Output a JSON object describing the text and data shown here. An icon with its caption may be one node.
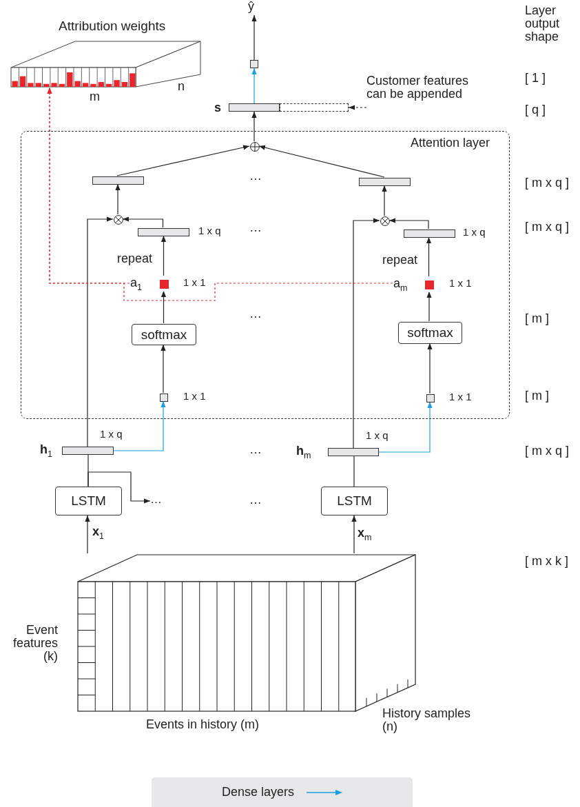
{
  "diagram": {
    "nodes": [
      {
        "text": [
          "Attention layer"
        ]
      },
      {
        "text": [],
        "shape": "picture",
        "beside": [
          "Attribution weights",
          "m",
          "n"
        ]
      },
      {
        "text": [
          "ŷ"
        ]
      },
      {
        "text": [],
        "shape": "box"
      },
      {
        "text": [],
        "shape": "bar",
        "beside": [
          "s"
        ]
      },
      {
        "text": [],
        "shape": "bar"
      },
      {
        "text": [
          "Customer features can be appended"
        ]
      },
      {
        "text": [],
        "shape": "circle",
        "in": 0
      },
      {
        "text": [],
        "shape": "bar",
        "in": 0
      },
      {
        "text": [],
        "shape": "bar",
        "in": 0
      },
      {
        "text": [],
        "shape": "circle",
        "in": 0
      },
      {
        "text": [],
        "shape": "bar",
        "in": 0,
        "beside": [
          "1 x q"
        ]
      },
      {
        "text": [
          "a$_{1}$"
        ],
        "in": 0,
        "beside": [
          "1 x 1"
        ]
      },
      {
        "text": [
          "softmax"
        ],
        "in": 0
      },
      {
        "text": [],
        "shape": "box",
        "in": 0,
        "beside": [
          "1 x 1"
        ]
      },
      {
        "text": [],
        "shape": "circle",
        "in": 0
      },
      {
        "text": [],
        "shape": "bar",
        "in": 0,
        "beside": [
          "1 x q"
        ]
      },
      {
        "text": [
          "a$_{m}$"
        ],
        "in": 0,
        "beside": [
          "1 x 1"
        ]
      },
      {
        "text": [
          "softmax"
        ],
        "in": 0
      },
      {
        "text": [],
        "shape": "box",
        "in": 0,
        "beside": [
          "1 x 1"
        ]
      },
      {
        "text": [],
        "shape": "bar",
        "beside": [
          "**h**$_{1}$",
          "1 x q"
        ]
      },
      {
        "text": [],
        "shape": "bar",
        "beside": [
          "**h**$_{m}$",
          "1 x q"
        ]
      },
      {
        "text": [
          "LSTM"
        ]
      },
      {
        "text": [
          "LSTM"
        ]
      },
      {
        "text": [
          "…"
        ]
      },
      {
        "text": [],
        "shape": "picture",
        "beside": [
          "Event features (k)",
          "Events in history (m)",
          "History samples (n)"
        ]
      }
    ],
    "edges": [
      {
        "from": 3,
        "to": 2,
        "arrow": "to"
      },
      {
        "from": 4,
        "to": 3,
        "arrow": "to",
        "color": "#1a9fe0"
      },
      {
        "from": 7,
        "to": 4,
        "arrow": "to"
      },
      {
        "from": 6,
        "to": 5,
        "arrow": "to",
        "style": "dashed"
      },
      {
        "from": 8,
        "to": 7,
        "arrow": "to"
      },
      {
        "from": 9,
        "to": 7,
        "arrow": "to"
      },
      {
        "from": 10,
        "to": 8,
        "arrow": "to"
      },
      {
        "from": 11,
        "to": 10,
        "arrow": "to"
      },
      {
        "from": 20,
        "to": 10,
        "arrow": "to"
      },
      {
        "from": 12,
        "to": 11,
        "arrow": "to",
        "label": "repeat"
      },
      {
        "from": 13,
        "to": 12,
        "arrow": "to"
      },
      {
        "from": 14,
        "to": 13,
        "arrow": "to"
      },
      {
        "from": 20,
        "to": 14,
        "arrow": "to",
        "color": "#1a9fe0"
      },
      {
        "from": 15,
        "to": 9,
        "arrow": "to"
      },
      {
        "from": 16,
        "to": 15,
        "arrow": "to"
      },
      {
        "from": 21,
        "to": 15,
        "arrow": "to"
      },
      {
        "from": 17,
        "to": 16,
        "arrow": "to",
        "label": "repeat"
      },
      {
        "from": 18,
        "to": 17,
        "arrow": "to"
      },
      {
        "from": 19,
        "to": 18,
        "arrow": "to"
      },
      {
        "from": 21,
        "to": 19,
        "arrow": "to",
        "color": "#1a9fe0"
      },
      {
        "from": 22,
        "to": 20,
        "arrow": "none"
      },
      {
        "from": 23,
        "to": 21,
        "arrow": "none"
      },
      {
        "from": 22,
        "to": 24,
        "arrow": "to"
      },
      {
        "from": 25,
        "to": 22,
        "arrow": "to",
        "label": "**x**$_{1}$"
      },
      {
        "from": 25,
        "to": 23,
        "arrow": "to",
        "label": "**x**$_{m}$"
      },
      {
        "from": 12,
        "to": 1,
        "arrow": "to",
        "style": "dashed",
        "color": "#e8262b"
      },
      {
        "from": 17,
        "to": 1,
        "arrow": "to",
        "style": "dashed",
        "color": "#e8262b"
      }
    ],
    "labels": [
      "Layer output shape",
      "[ 1 ]",
      "[ q ]",
      "…",
      "[ m x q ]",
      "…",
      "[ m x q ]",
      "…",
      "[ m ]",
      "[ m ]",
      "…",
      "[ m x q ]",
      "…",
      "[ m x k ]"
    ],
    "legend": [
      {
        "text": "Dense layers"
      }
    ]
  }
}
